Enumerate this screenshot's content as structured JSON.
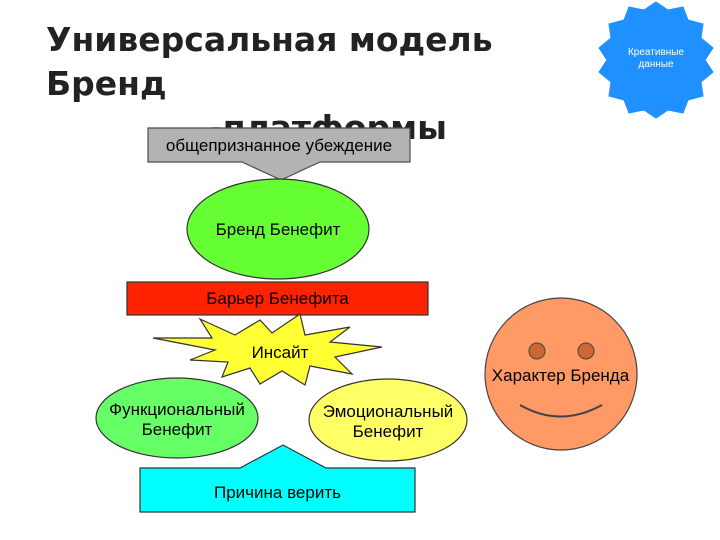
{
  "title": {
    "line1": "Универсальная модель Бренд",
    "line2": "-платформы"
  },
  "badge": {
    "line1": "Креативные",
    "line2": "данные"
  },
  "blocks": {
    "conviction": "общепризнанное убеждение",
    "brand_benefit": "Бренд Бенефит",
    "barrier": "Барьер Бенефита",
    "insight": "Инсайт",
    "functional": {
      "line1": "Функциональный",
      "line2": "Бенефит"
    },
    "emotional": {
      "line1": "Эмоциональный",
      "line2": "Бенефит"
    },
    "reason": "Причина верить",
    "character": "Характер Бренда"
  },
  "colors": {
    "gray_box": "#b3b3b3",
    "green": "#66ff33",
    "red": "#ff2200",
    "yellow": "#ffff33",
    "light_green": "#66ff66",
    "light_yellow": "#ffff66",
    "cyan": "#00ffff",
    "face": "#ff9966",
    "badge": "#1e90ff"
  }
}
